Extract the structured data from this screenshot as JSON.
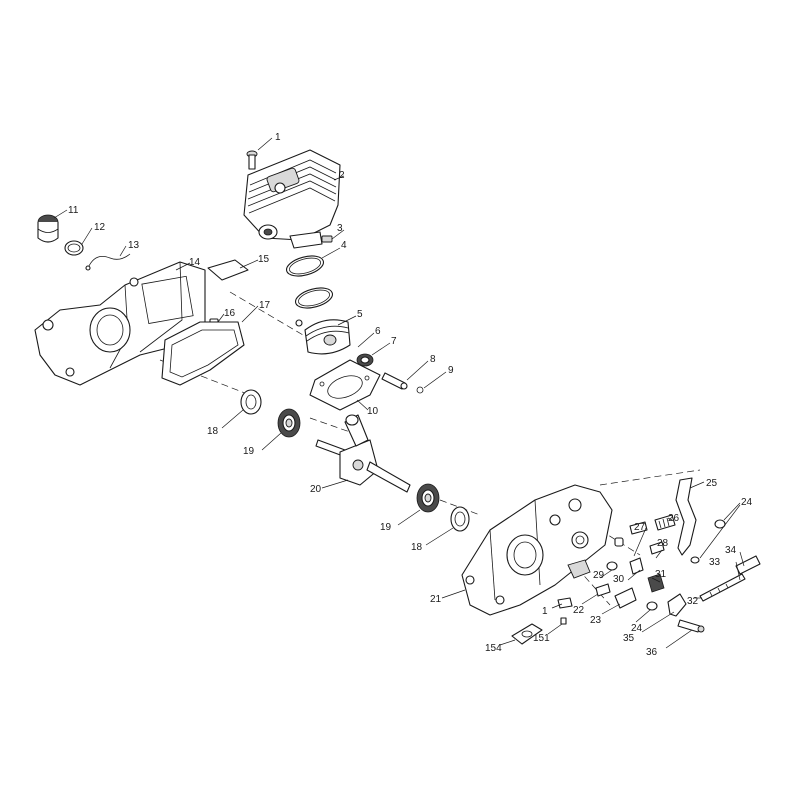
{
  "diagram": {
    "callouts": [
      {
        "id": "c1a",
        "text": "1"
      },
      {
        "id": "c2",
        "text": "2"
      },
      {
        "id": "c3",
        "text": "3"
      },
      {
        "id": "c4",
        "text": "4"
      },
      {
        "id": "c5",
        "text": "5"
      },
      {
        "id": "c6",
        "text": "6"
      },
      {
        "id": "c7",
        "text": "7"
      },
      {
        "id": "c8",
        "text": "8"
      },
      {
        "id": "c9",
        "text": "9"
      },
      {
        "id": "c10",
        "text": "10"
      },
      {
        "id": "c11",
        "text": "11"
      },
      {
        "id": "c12",
        "text": "12"
      },
      {
        "id": "c13",
        "text": "13"
      },
      {
        "id": "c14",
        "text": "14"
      },
      {
        "id": "c15",
        "text": "15"
      },
      {
        "id": "c16",
        "text": "16"
      },
      {
        "id": "c17",
        "text": "17"
      },
      {
        "id": "c18a",
        "text": "18"
      },
      {
        "id": "c19a",
        "text": "19"
      },
      {
        "id": "c20",
        "text": "20"
      },
      {
        "id": "c19b",
        "text": "19"
      },
      {
        "id": "c18b",
        "text": "18"
      },
      {
        "id": "c21",
        "text": "21"
      },
      {
        "id": "c25",
        "text": "25"
      },
      {
        "id": "c24a",
        "text": "24"
      },
      {
        "id": "c26",
        "text": "26"
      },
      {
        "id": "c27",
        "text": "27"
      },
      {
        "id": "c28",
        "text": "28"
      },
      {
        "id": "c29",
        "text": "29"
      },
      {
        "id": "c30",
        "text": "30"
      },
      {
        "id": "c31",
        "text": "31"
      },
      {
        "id": "c34",
        "text": "34"
      },
      {
        "id": "c33",
        "text": "33"
      },
      {
        "id": "c32",
        "text": "32"
      },
      {
        "id": "c1b",
        "text": "1"
      },
      {
        "id": "c22",
        "text": "22"
      },
      {
        "id": "c23",
        "text": "23"
      },
      {
        "id": "c24b",
        "text": "24"
      },
      {
        "id": "c35",
        "text": "35"
      },
      {
        "id": "c36",
        "text": "36"
      },
      {
        "id": "c154",
        "text": "154"
      },
      {
        "id": "c151",
        "text": "151"
      }
    ]
  }
}
